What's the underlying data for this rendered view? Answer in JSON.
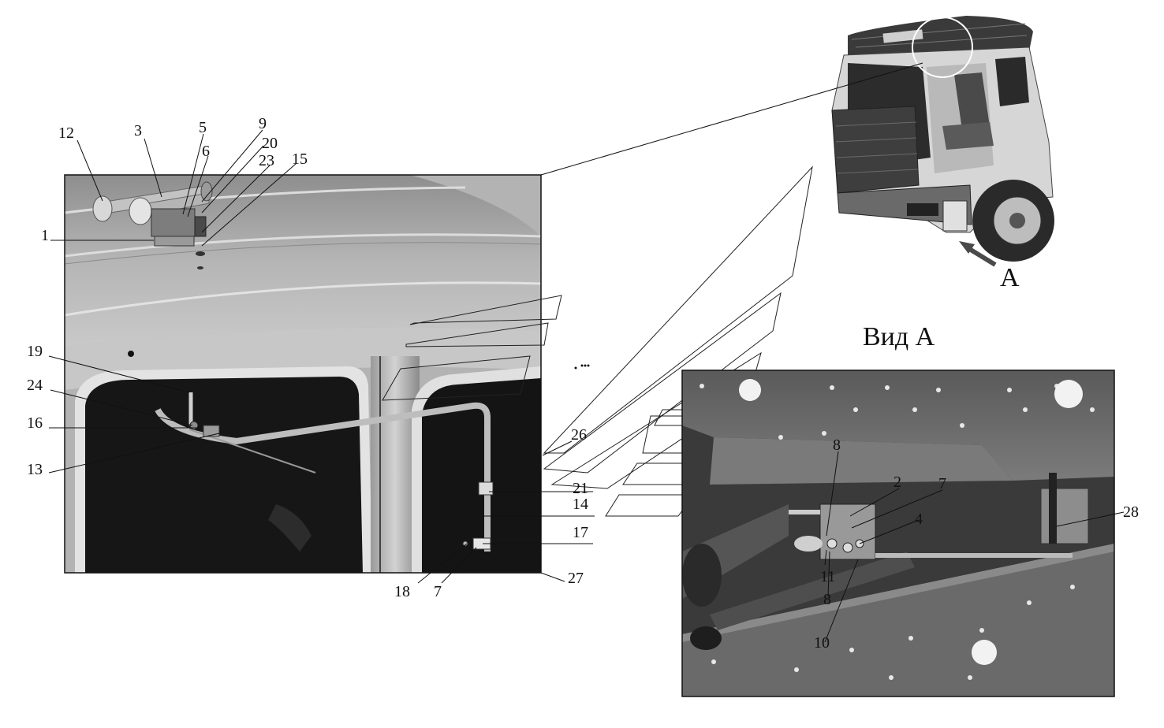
{
  "labels": {
    "top_left": [
      "12",
      "3",
      "5",
      "6",
      "9",
      "20",
      "23",
      "15",
      "1",
      "19",
      "24",
      "16",
      "13",
      "26",
      "21",
      "14",
      "17",
      "18",
      "7",
      "27"
    ],
    "view_a": [
      "8",
      "2",
      "7",
      "4",
      "28",
      "11",
      "8",
      "10"
    ],
    "view_marker": "A",
    "view_title": "Вид А"
  },
  "colors": {
    "roof": "#a9a9a9",
    "roof_light": "#c4c4c4",
    "dark_glass": "#141414",
    "frame_grey": "#8c8c8c",
    "chassis": "#6e6e6e",
    "chassis_dark": "#2a2a2a"
  }
}
